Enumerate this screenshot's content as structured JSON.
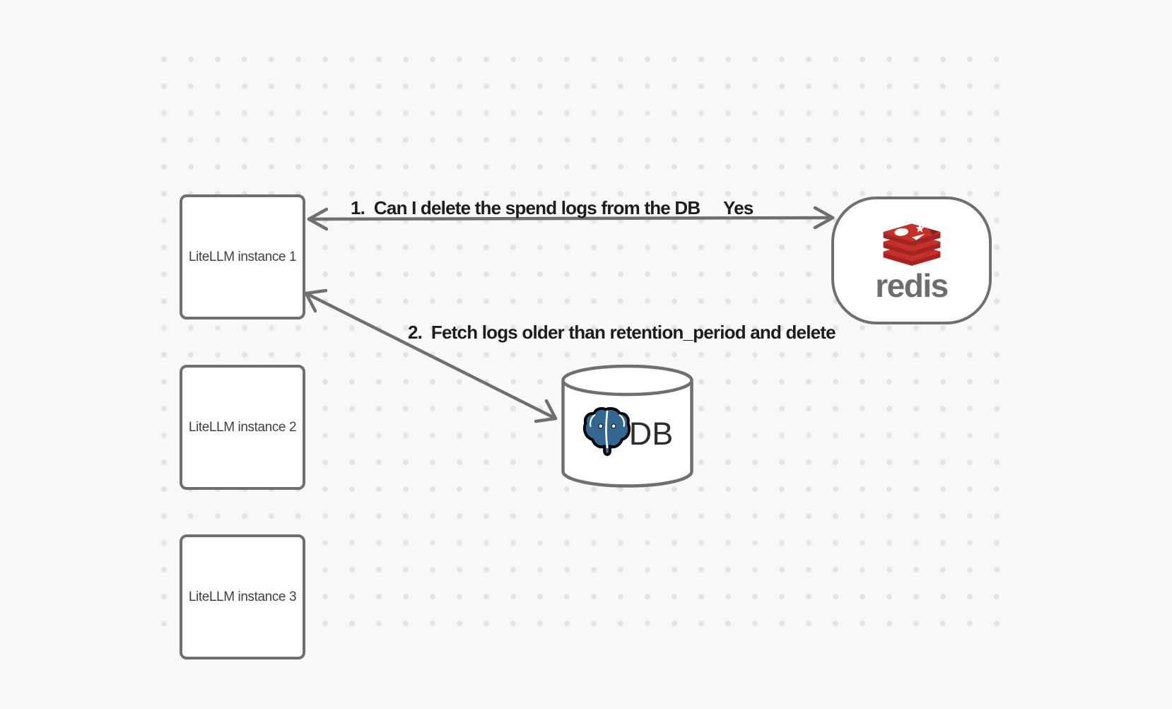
{
  "colors": {
    "background": "#f8f8f8",
    "dot": "#e4e4e4",
    "stroke": "#6f6f6f",
    "node_fill": "#ffffff",
    "node_text": "#404040",
    "arrow_label_text": "#1d1d1d",
    "redis_red": "#C6302B",
    "redis_red_dark": "#A32422",
    "redis_wordmark_gray": "#6d6d6d",
    "postgres_blue": "#336791",
    "db_text": "#2e2e2e"
  },
  "nodes": {
    "instances": [
      {
        "label": "LiteLLM instance 1"
      },
      {
        "label": "LiteLLM instance 2"
      },
      {
        "label": "LiteLLM instance 3"
      }
    ],
    "redis": {
      "wordmark": "redis",
      "logo_icon": "redis-stack-logo"
    },
    "db": {
      "label": "DB",
      "logo_icon": "postgresql-elephant-logo"
    }
  },
  "arrows": [
    {
      "label": "1.  Can I delete the spend logs from the DB",
      "response": "Yes",
      "from": "LiteLLM instance 1",
      "to": "redis",
      "bidirectional": true
    },
    {
      "label": "2.  Fetch logs older than retention_period and delete",
      "from": "LiteLLM instance 1",
      "to": "DB",
      "bidirectional": true
    }
  ]
}
